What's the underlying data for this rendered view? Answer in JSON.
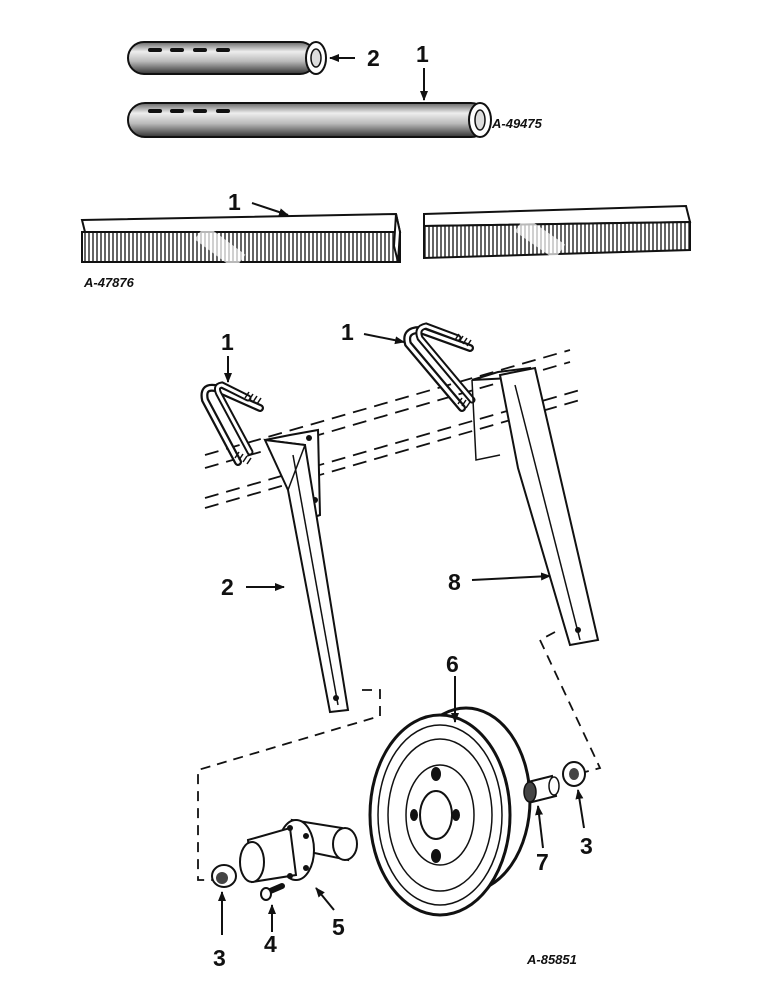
{
  "figures": {
    "tubes_ref": "A-49475",
    "bar_ref": "A-47876",
    "assembly_ref": "A-85851"
  },
  "callouts": {
    "tube_short": "2",
    "tube_long": "1",
    "square_bar": "1",
    "u_bolt_left": "1",
    "u_bolt_right": "1",
    "arm_left": "2",
    "arm_right": "8",
    "wheel": "6",
    "nut_left": "3",
    "bolt": "4",
    "hub": "5",
    "bearing": "7",
    "nut_right": "3"
  }
}
